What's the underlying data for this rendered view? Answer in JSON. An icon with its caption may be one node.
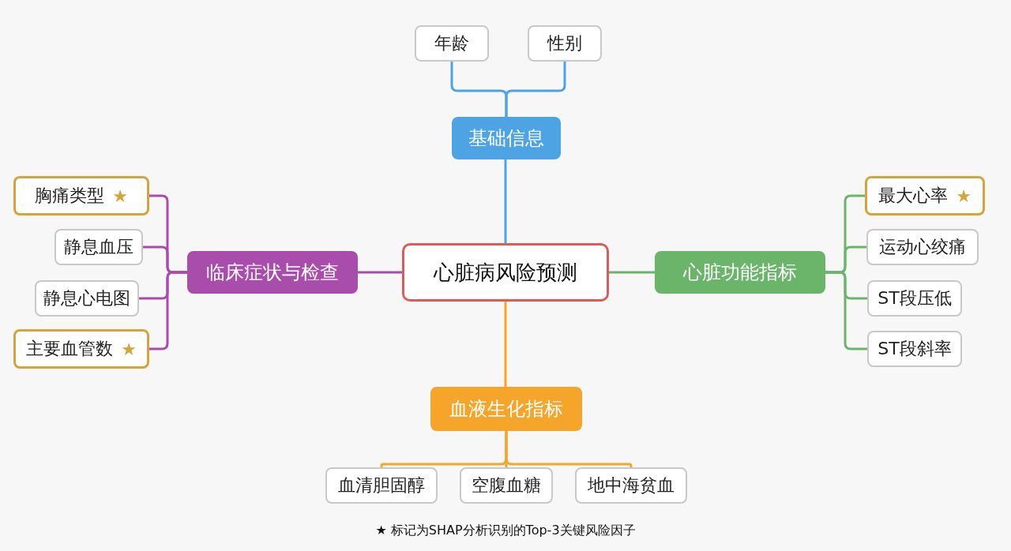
{
  "diagram": {
    "nodes": [
      {
        "text": [
          "心脏病风险预测"
        ]
      },
      {
        "text": [
          "基础信息"
        ]
      },
      {
        "text": [
          "年龄"
        ]
      },
      {
        "text": [
          "性别"
        ]
      },
      {
        "text": [
          "临床症状与检查"
        ]
      },
      {
        "text": [
          "胸痛类型",
          "★"
        ]
      },
      {
        "text": [
          "静息血压"
        ]
      },
      {
        "text": [
          "静息心电图"
        ]
      },
      {
        "text": [
          "主要血管数",
          "★"
        ]
      },
      {
        "text": [
          "心脏功能指标"
        ]
      },
      {
        "text": [
          "最大心率",
          "★"
        ]
      },
      {
        "text": [
          "运动心绞痛"
        ]
      },
      {
        "text": [
          "ST段压低"
        ]
      },
      {
        "text": [
          "ST段斜率"
        ]
      },
      {
        "text": [
          "血液生化指标"
        ]
      },
      {
        "text": [
          "血清胆固醇"
        ]
      },
      {
        "text": [
          "空腹血糖"
        ]
      },
      {
        "text": [
          "地中海贫血"
        ]
      }
    ],
    "edges": [
      {
        "from": 0,
        "to": 1,
        "arrow": "none",
        "color": "#4da3e3"
      },
      {
        "from": 1,
        "to": 2,
        "arrow": "none",
        "color": "#4da3e3"
      },
      {
        "from": 1,
        "to": 3,
        "arrow": "none",
        "color": "#4da3e3"
      },
      {
        "from": 0,
        "to": 4,
        "arrow": "none",
        "color": "#a84dab"
      },
      {
        "from": 4,
        "to": 5,
        "arrow": "none",
        "color": "#a84dab"
      },
      {
        "from": 4,
        "to": 6,
        "arrow": "none",
        "color": "#a84dab"
      },
      {
        "from": 4,
        "to": 7,
        "arrow": "none",
        "color": "#a84dab"
      },
      {
        "from": 4,
        "to": 8,
        "arrow": "none",
        "color": "#a84dab"
      },
      {
        "from": 0,
        "to": 9,
        "arrow": "none",
        "color": "#6ab56a"
      },
      {
        "from": 9,
        "to": 10,
        "arrow": "none",
        "color": "#6ab56a"
      },
      {
        "from": 9,
        "to": 11,
        "arrow": "none",
        "color": "#6ab56a"
      },
      {
        "from": 9,
        "to": 12,
        "arrow": "none",
        "color": "#6ab56a"
      },
      {
        "from": 9,
        "to": 13,
        "arrow": "none",
        "color": "#6ab56a"
      },
      {
        "from": 0,
        "to": 14,
        "arrow": "none",
        "color": "#f5a52a"
      },
      {
        "from": 14,
        "to": 15,
        "arrow": "none",
        "color": "#f5a52a"
      },
      {
        "from": 14,
        "to": 16,
        "arrow": "none",
        "color": "#f5a52a"
      },
      {
        "from": 14,
        "to": 17,
        "arrow": "none",
        "color": "#f5a52a"
      }
    ],
    "labels": [
      "★ 标记为SHAP分析识别的Top-3关键风险因子"
    ]
  }
}
